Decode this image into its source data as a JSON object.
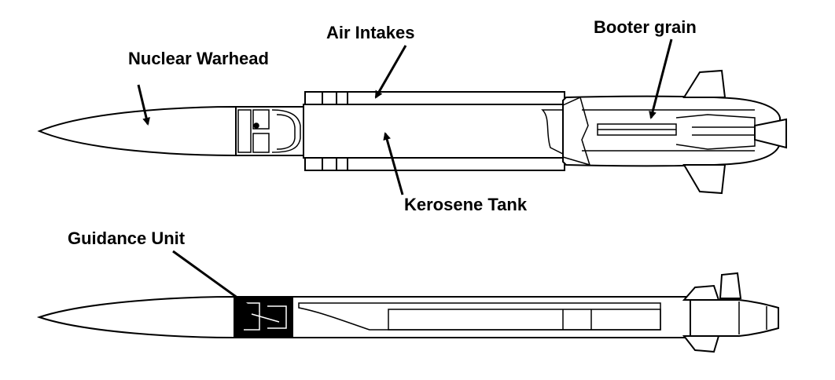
{
  "labels": {
    "nuclear_warhead": "Nuclear Warhead",
    "air_intakes": "Air Intakes",
    "booster_grain": "Booter grain",
    "kerosene_tank": "Kerosene Tank",
    "guidance_unit": "Guidance Unit"
  },
  "colors": {
    "line": "#000000",
    "fill": "#ffffff",
    "dark": "#000000"
  }
}
